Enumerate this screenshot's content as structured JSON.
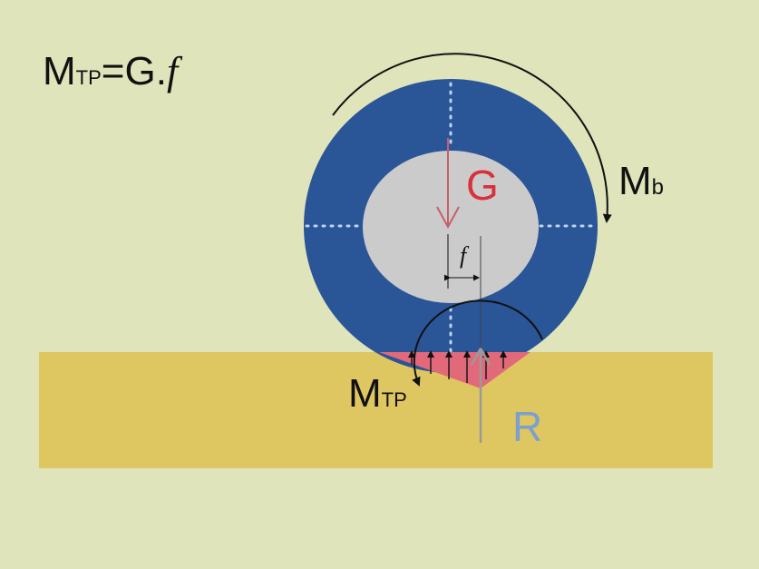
{
  "formula": {
    "main": "M",
    "sub": "TP",
    "rest": "=G.",
    "var": "f"
  },
  "labels": {
    "g": "G",
    "mb_main": "M",
    "mb_sub": "b",
    "mtp_main": "M",
    "mtp_sub": "TP",
    "f": "f",
    "r": "R"
  },
  "colors": {
    "background": "#dfe4bb",
    "wheel_ring": "#2a5597",
    "wheel_hub": "#cbcbcb",
    "ground": "#dec660",
    "contact_zone": "#e2697a",
    "force_g": "#d9303b",
    "force_r": "#7b9fd1",
    "arrows": "#111111"
  }
}
